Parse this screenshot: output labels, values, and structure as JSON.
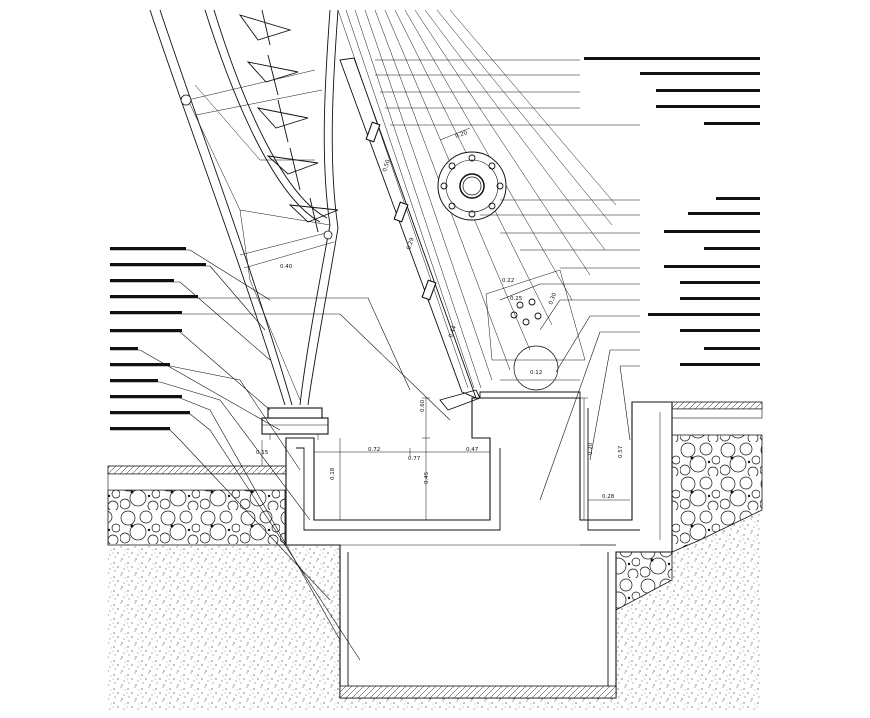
{
  "drawing": {
    "kind": "architectural construction section",
    "ink_color": "#111111",
    "background_color": "#ffffff",
    "hatch_gravel": "pebble fill",
    "hatch_soil": "stipple fill",
    "note_labels_legible": false
  },
  "dimensions": {
    "d_0_20_a": "0.20",
    "d_0_50": "0.50",
    "d_0_29": "0.29",
    "d_0_44": "0.44",
    "d_0_40": "0.40",
    "d_0_22": "0.22",
    "d_0_25": "0.25",
    "d_0_30": "0.30",
    "d_0_12": "0.12",
    "d_0_72": "0.72",
    "d_0_77": "0.77",
    "d_0_47": "0.47",
    "d_0_18": "0.18",
    "d_0_45": "0.45",
    "d_0_57": "0.57",
    "d_0_28": "0.28",
    "d_0_20_b": "0.20",
    "d_0_15": "0.15",
    "d_0_60": "0.60"
  }
}
